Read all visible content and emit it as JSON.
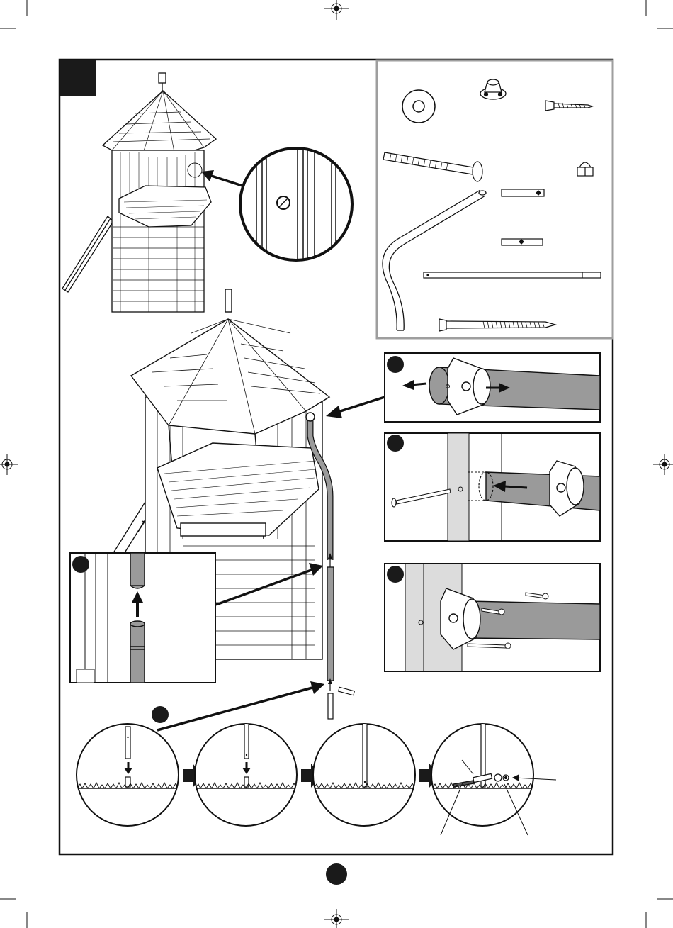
{
  "page": {
    "step_number": "",
    "page_number": ""
  },
  "sub_steps": [
    {
      "id": "A",
      "label": ""
    },
    {
      "id": "B",
      "label": ""
    },
    {
      "id": "C",
      "label": ""
    },
    {
      "id": "D",
      "label": ""
    },
    {
      "id": "E",
      "label": ""
    }
  ],
  "hardware_panel": {
    "items": [
      {
        "name": "washer-icon"
      },
      {
        "name": "flange-bracket-icon"
      },
      {
        "name": "wood-screw-icon"
      },
      {
        "name": "carriage-bolt-icon"
      },
      {
        "name": "cap-nut-icon"
      },
      {
        "name": "connector-plate-icon"
      },
      {
        "name": "curved-fire-pole-icon"
      },
      {
        "name": "long-rod-icon"
      },
      {
        "name": "lag-screw-icon"
      }
    ]
  },
  "ground_sequence": {
    "frames": 4,
    "arrow_icon": "right-arrow-icon"
  },
  "colors": {
    "ink": "#111111",
    "pole_gray": "#9a9a9a",
    "panel_border": "#9e9e9e",
    "wall_shade": "#dcdcdc"
  }
}
